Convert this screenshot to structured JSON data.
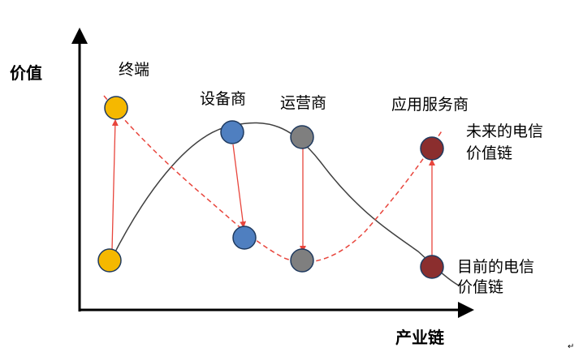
{
  "axes": {
    "y_label": "价值",
    "x_label": "产业链"
  },
  "stages": [
    {
      "label": "终端"
    },
    {
      "label": "设备商"
    },
    {
      "label": "运营商"
    },
    {
      "label": "应用服务商"
    }
  ],
  "curve_labels": {
    "future_line1": "未来的电信",
    "future_line2": "价值链",
    "current_line1": "目前的电信",
    "current_line2": "价值链"
  },
  "return_mark": "↵",
  "colors": {
    "terminal": "#F5B800",
    "equipment": "#4F7FC0",
    "operator": "#7F7F7F",
    "application": "#8B2E2E",
    "future_curve": "#E8453C",
    "current_curve": "#404040",
    "arrow": "#E8453C"
  },
  "icons": {
    "axis_arrowheads": "filled-triangle",
    "shift_arrowheads": "open-arrow"
  }
}
